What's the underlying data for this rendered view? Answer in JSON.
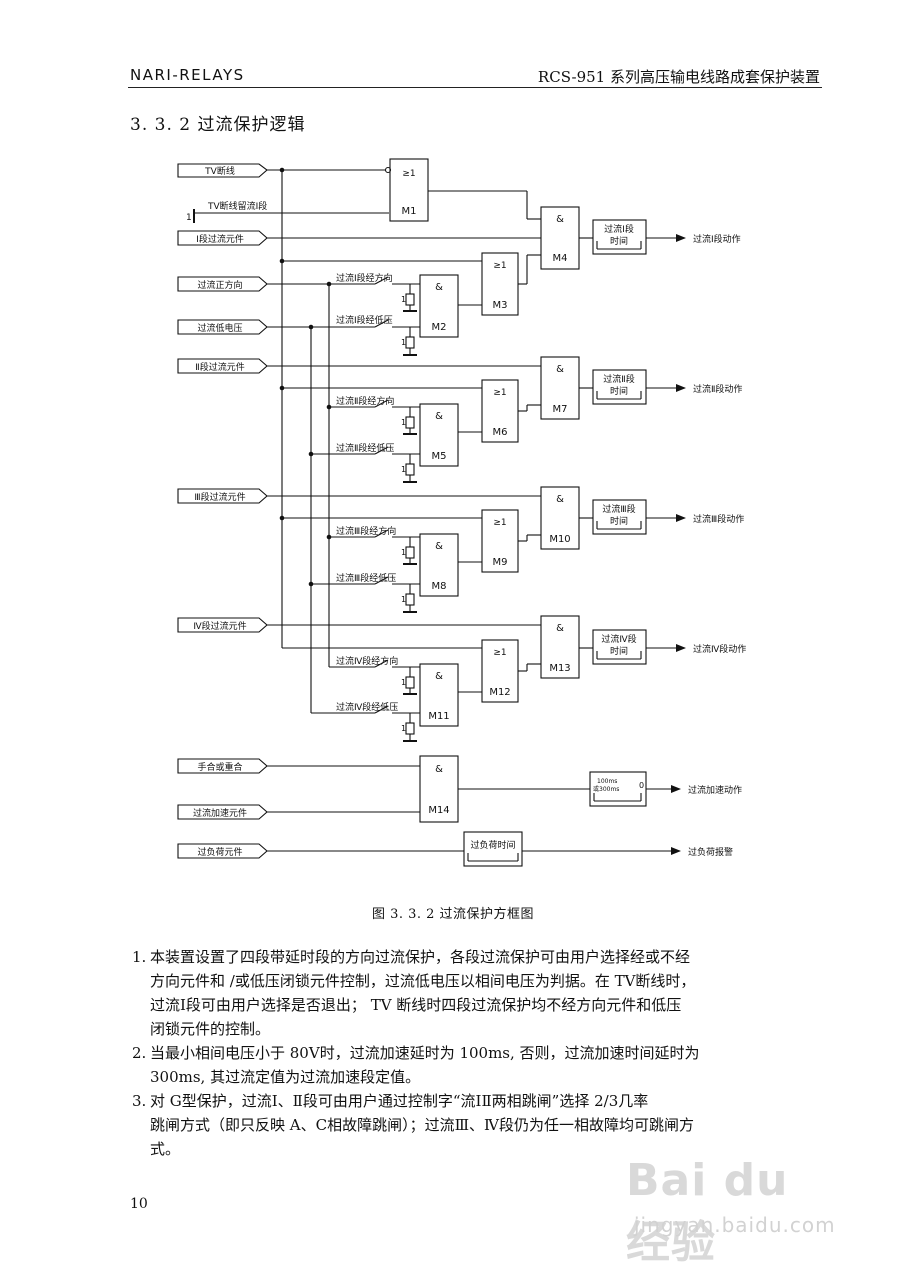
{
  "header": {
    "left": "NARI-RELAYS",
    "right": "RCS-951 系列高压输电线路成套保护装置"
  },
  "section_title": "3. 3. 2 过流保护逻辑",
  "diagram": {
    "inputs": {
      "tv": "TV断线",
      "tv_keep": "TV断线留流Ⅰ段",
      "seg1": "Ⅰ段过流元件",
      "fwd": "过流正方向",
      "lowv": "过流低电压",
      "seg2": "Ⅱ段过流元件",
      "seg3": "Ⅲ段过流元件",
      "seg4": "Ⅳ段过流元件",
      "manual": "手合或重合",
      "accel": "过流加速元件",
      "overload": "过负荷元件"
    },
    "const_one": "1",
    "switches": {
      "s1_dir": "过流Ⅰ段经方向",
      "s1_lv": "过流Ⅰ段经低压",
      "s2_dir": "过流Ⅱ段经方向",
      "s2_lv": "过流Ⅱ段经低压",
      "s3_dir": "过流Ⅲ段经方向",
      "s3_lv": "过流Ⅲ段经低压",
      "s4_dir": "过流Ⅳ段经方向",
      "s4_lv": "过流Ⅳ段经低压"
    },
    "gate_symbols": {
      "or": "≥1",
      "and": "&"
    },
    "gates": {
      "M1": "M1",
      "M2": "M2",
      "M3": "M3",
      "M4": "M4",
      "M5": "M5",
      "M6": "M6",
      "M7": "M7",
      "M8": "M8",
      "M9": "M9",
      "M10": "M10",
      "M11": "M11",
      "M12": "M12",
      "M13": "M13",
      "M14": "M14"
    },
    "timers": {
      "t1_a": "过流Ⅰ段",
      "t1_b": "时间",
      "t2_a": "过流Ⅱ段",
      "t2_b": "时间",
      "t3_a": "过流Ⅲ段",
      "t3_b": "时间",
      "t4_a": "过流Ⅳ段",
      "t4_b": "时间",
      "ta_a": "100ms",
      "ta_b": "或300ms",
      "ta_c": "0",
      "tol": "过负荷时间"
    },
    "outputs": {
      "o1": "过流Ⅰ段动作",
      "o2": "过流Ⅱ段动作",
      "o3": "过流Ⅲ段动作",
      "o4": "过流Ⅳ段动作",
      "oa": "过流加速动作",
      "ool": "过负荷报警"
    }
  },
  "caption": "图 3. 3. 2 过流保护方框图",
  "notes": [
    {
      "num": "1.",
      "lines": [
        "本装置设置了四段带延时段的方向过流保护，各段过流保护可由用户选择经或不经",
        "方向元件和 /或低压闭锁元件控制，过流低电压以相间电压为判据。在 TV断线时，",
        "过流Ⅰ段可由用户选择是否退出； TV 断线时四段过流保护均不经方向元件和低压",
        "闭锁元件的控制。"
      ]
    },
    {
      "num": "2.",
      "lines": [
        "当最小相间电压小于 80V时，过流加速延时为 100ms, 否则，过流加速时间延时为",
        "300ms, 其过流定值为过流加速段定值。"
      ]
    },
    {
      "num": "3.",
      "lines": [
        "对 G型保护，过流Ⅰ、Ⅱ段可由用户通过控制字“流ⅠⅡ两相跳闸”选择 2/3几率",
        "跳闸方式（即只反映 A、C相故障跳闸）；过流Ⅲ、Ⅳ段仍为任一相故障均可跳闸方",
        "式。"
      ]
    }
  ],
  "page_number": "10",
  "watermark": {
    "logo": "Bai du 经验",
    "url": "jingyan.baidu.com"
  }
}
